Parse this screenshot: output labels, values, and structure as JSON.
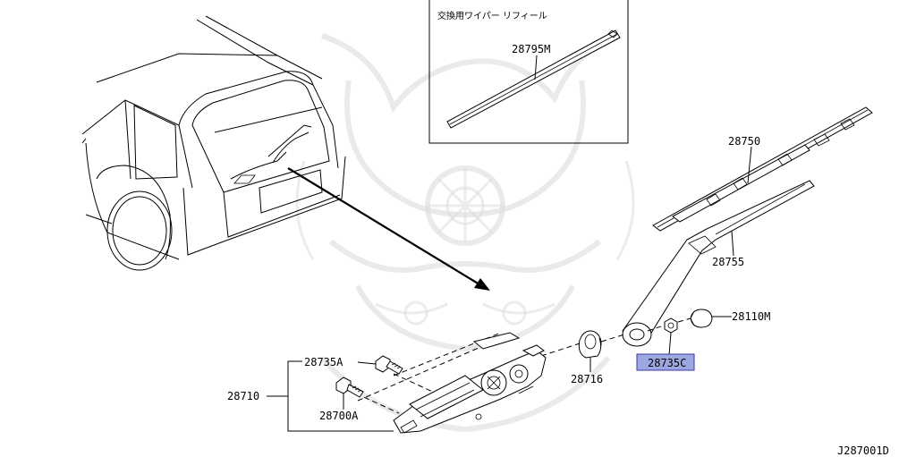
{
  "refill_box": {
    "title": "交換用ワイパー リフィール"
  },
  "parts": {
    "p28795M": "28795M",
    "p28750": "28750",
    "p28755": "28755",
    "p28110M": "28110M",
    "p28735C": "28735C",
    "p28716": "28716",
    "p28735A": "28735A",
    "p28710": "28710",
    "p28700A": "28700A"
  },
  "diagram_code": "J287001D",
  "colors": {
    "highlight_fill": "#9ea8e0",
    "highlight_stroke": "#3a3aa8",
    "line": "#000000",
    "watermark": "#d9d9d9"
  }
}
